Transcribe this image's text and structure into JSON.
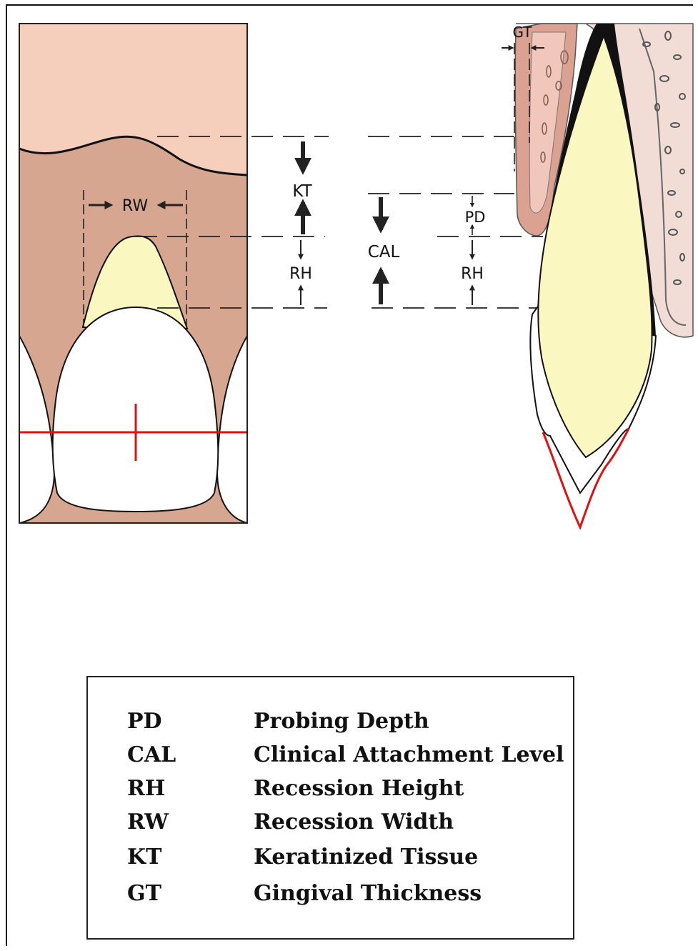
{
  "labels": {
    "gt": "GT",
    "kt": "KT",
    "rw": "RW",
    "rh_left": "RH",
    "cal": "CAL",
    "pd": "PD",
    "rh_right": "RH"
  },
  "legend": [
    {
      "term": "PD",
      "definition": "Probing Depth"
    },
    {
      "term": "CAL",
      "definition": "Clinical Attachment Level"
    },
    {
      "term": "RH",
      "definition": "Recession Height"
    },
    {
      "term": "RW",
      "definition": "Recession Width"
    },
    {
      "term": "KT",
      "definition": "Keratinized Tissue"
    },
    {
      "term": "GT",
      "definition": "Gingival Thickness"
    }
  ],
  "colors": {
    "mucosa": "#f5cfbc",
    "gingiva": "#d6a690",
    "root": "#fbf7c0",
    "crown": "#ffffff",
    "bone": "#f2dcd6",
    "measure_line": "#e01010"
  }
}
